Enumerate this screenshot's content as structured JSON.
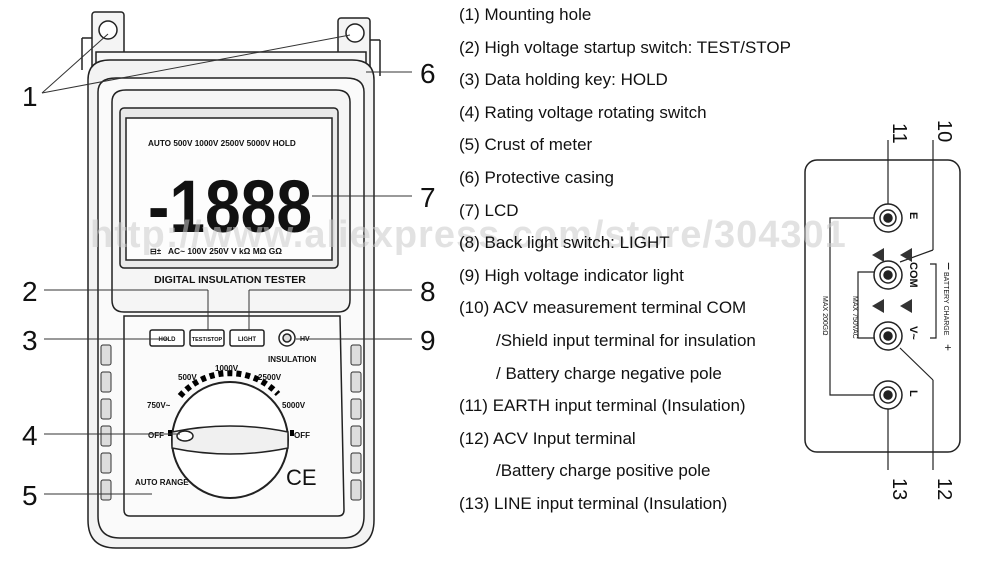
{
  "legend": [
    {
      "text": "(1) Mounting hole",
      "indent": false
    },
    {
      "text": "(2) High voltage startup switch: TEST/STOP",
      "indent": false
    },
    {
      "text": "(3) Data holding key: HOLD",
      "indent": false
    },
    {
      "text": "(4) Rating voltage rotating switch",
      "indent": false
    },
    {
      "text": "(5) Crust of meter",
      "indent": false
    },
    {
      "text": "(6) Protective casing",
      "indent": false
    },
    {
      "text": "(7) LCD",
      "indent": false
    },
    {
      "text": "(8) Back light switch: LIGHT",
      "indent": false
    },
    {
      "text": "(9) High voltage indicator light",
      "indent": false
    },
    {
      "text": "(10) ACV measurement terminal COM",
      "indent": false
    },
    {
      "text": "/Shield input terminal for insulation",
      "indent": true
    },
    {
      "text": "/ Battery charge negative pole",
      "indent": true
    },
    {
      "text": "(11) EARTH input terminal (Insulation)",
      "indent": false
    },
    {
      "text": "(12) ACV Input terminal",
      "indent": false
    },
    {
      "text": "/Battery charge positive pole",
      "indent": true
    },
    {
      "text": "(13) LINE input terminal (Insulation)",
      "indent": false
    }
  ],
  "callouts": {
    "c1": "1",
    "c2": "2",
    "c3": "3",
    "c4": "4",
    "c5": "5",
    "c6": "6",
    "c7": "7",
    "c8": "8",
    "c9": "9"
  },
  "lcd": {
    "top_row": "AUTO  500V  1000V  2500V  5000V  HOLD",
    "digits": "-1888",
    "bottom_row": "AC~  100V  250V   V  kΩ  MΩ  GΩ",
    "battery": "⊟±"
  },
  "meter": {
    "title": "DIGITAL INSULATION TESTER",
    "hold": "HOLD",
    "test_stop": "TEST/STOP",
    "light": "LIGHT",
    "hv": "HV",
    "insulation": "INSULATION",
    "auto_range": "AUTO RANGE",
    "ce": "CE",
    "dial": {
      "v500": "500V",
      "v1000": "1000V",
      "v2500": "2500V",
      "v5000": "5000V",
      "v750": "750V~",
      "off_left": "OFF",
      "off_right": "OFF"
    }
  },
  "terminals": {
    "n11": "11",
    "n10": "10",
    "n12": "12",
    "n13": "13",
    "e": "E",
    "com": "COM",
    "v": "V~",
    "l": "L",
    "battery_charge": "BATTERY CHARGE",
    "minus": "−",
    "plus": "+",
    "max750": "MAX 750VAC",
    "max200": "MAX 200GΩ"
  },
  "watermark": "http://www.aliexpress.com/store/304301"
}
